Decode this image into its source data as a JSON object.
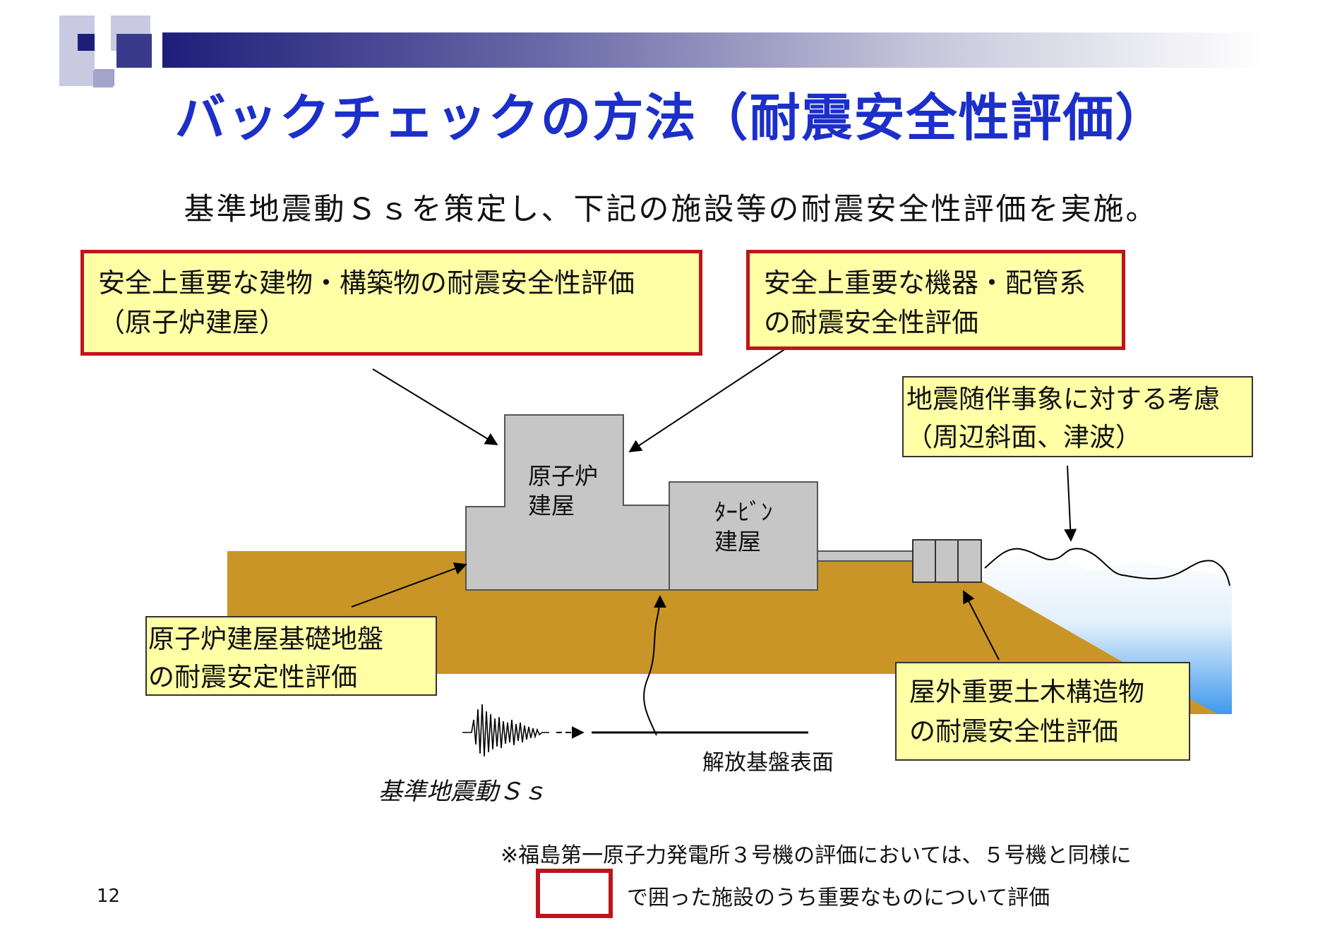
{
  "slide": {
    "title": "バックチェックの方法（耐震安全性評価）",
    "subtitle": "基準地震動Ｓｓを策定し、下記の施設等の耐震安全性評価を実施。",
    "page_number": "12"
  },
  "callouts": {
    "buildings": {
      "line1": "安全上重要な建物・構築物の耐震安全性評価",
      "line2": "（原子炉建屋）"
    },
    "equipment": {
      "line1": "安全上重要な機器・配管系",
      "line2": "の耐震安全性評価"
    },
    "tsunami": {
      "line1": "地震随伴事象に対する考慮",
      "line2": "（周辺斜面、津波）"
    },
    "foundation": {
      "line1": "原子炉建屋基礎地盤",
      "line2": "の耐震安定性評価"
    },
    "civil": {
      "line1": "屋外重要土木構造物",
      "line2": "の耐震安全性評価"
    }
  },
  "diagram": {
    "reactor_building": {
      "line1": "原子炉",
      "line2": "建屋"
    },
    "turbine_building": {
      "line1": "ﾀｰﾋﾞﾝ",
      "line2": "建屋"
    },
    "bedrock_surface_label": "解放基盤表面",
    "ground_motion_label": "基準地震動Ｓｓ"
  },
  "note": {
    "line1": "※福島第一原子力発電所３号機の評価においては、５号機と同様に",
    "line2": "で囲った施設のうち重要なものについて評価"
  },
  "colors": {
    "title": "#1c2fc9",
    "callout_fill": "#ffffa6",
    "callout_red_border": "#c0141c",
    "ground": "#c99526",
    "building": "#c6c6c6",
    "sea_top": "#ffffff",
    "sea_bottom": "#3f99ee"
  }
}
